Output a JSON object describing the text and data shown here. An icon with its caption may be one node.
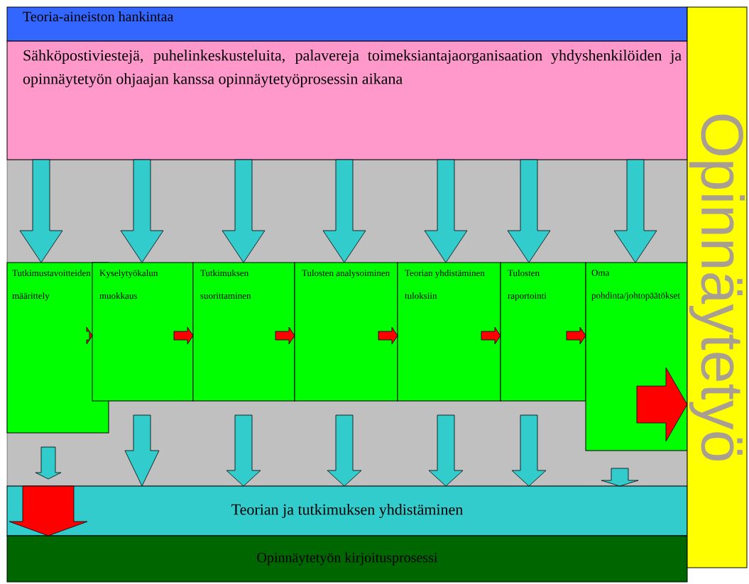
{
  "diagram": {
    "nodes": [
      {
        "text": [
          "Teoria-aineiston hankintaa"
        ]
      },
      {
        "text": [
          "Sähköpostiviestejä, puhelinkeskusteluita, palavereja toimeksiantajaorganisaation yhdyshenkilöiden ja opinnäytetyön ohjaajan kanssa opinnäytetyöprosessin aikana"
        ]
      },
      {
        "text": [
          "Tutkimustavoitteiden määrittely"
        ]
      },
      {
        "text": [
          "Kyselytyökalun muokkaus"
        ]
      },
      {
        "text": [
          "Tutkimuksen suorittaminen"
        ]
      },
      {
        "text": [
          "Tulosten analysoiminen"
        ]
      },
      {
        "text": [
          "Teorian yhdistäminen tuloksiin"
        ]
      },
      {
        "text": [
          "Tulosten raportointi"
        ]
      },
      {
        "text": [
          "Oma pohdinta/johtopäätökset"
        ]
      },
      {
        "text": [
          "Teorian ja tutkimuksen yhdistäminen"
        ]
      },
      {
        "text": [
          "Opinnäytetyön kirjoitusprosessi"
        ]
      },
      {
        "text": [
          "Opinnäytetyö"
        ]
      }
    ],
    "edges": [
      {
        "from": 1,
        "to": 2,
        "arrow": "to"
      },
      {
        "from": 1,
        "to": 3,
        "arrow": "to"
      },
      {
        "from": 1,
        "to": 4,
        "arrow": "to"
      },
      {
        "from": 1,
        "to": 5,
        "arrow": "to"
      },
      {
        "from": 1,
        "to": 6,
        "arrow": "to"
      },
      {
        "from": 1,
        "to": 7,
        "arrow": "to"
      },
      {
        "from": 1,
        "to": 8,
        "arrow": "to"
      },
      {
        "from": 2,
        "to": 3,
        "arrow": "to",
        "color": "#ff0000"
      },
      {
        "from": 3,
        "to": 4,
        "arrow": "to",
        "color": "#ff0000"
      },
      {
        "from": 4,
        "to": 5,
        "arrow": "to",
        "color": "#ff0000"
      },
      {
        "from": 5,
        "to": 6,
        "arrow": "to",
        "color": "#ff0000"
      },
      {
        "from": 6,
        "to": 7,
        "arrow": "to",
        "color": "#ff0000"
      },
      {
        "from": 7,
        "to": 8,
        "arrow": "to",
        "color": "#ff0000"
      },
      {
        "from": 2,
        "to": 9,
        "arrow": "to"
      },
      {
        "from": 3,
        "to": 9,
        "arrow": "to"
      },
      {
        "from": 4,
        "to": 9,
        "arrow": "to"
      },
      {
        "from": 5,
        "to": 9,
        "arrow": "to"
      },
      {
        "from": 6,
        "to": 9,
        "arrow": "to"
      },
      {
        "from": 7,
        "to": 9,
        "arrow": "to"
      },
      {
        "from": 8,
        "to": 9,
        "arrow": "to"
      },
      {
        "from": 9,
        "to": 10,
        "arrow": "to",
        "color": "#ff0000"
      },
      {
        "from": 8,
        "to": 11,
        "arrow": "to",
        "color": "#ff0000"
      }
    ]
  }
}
